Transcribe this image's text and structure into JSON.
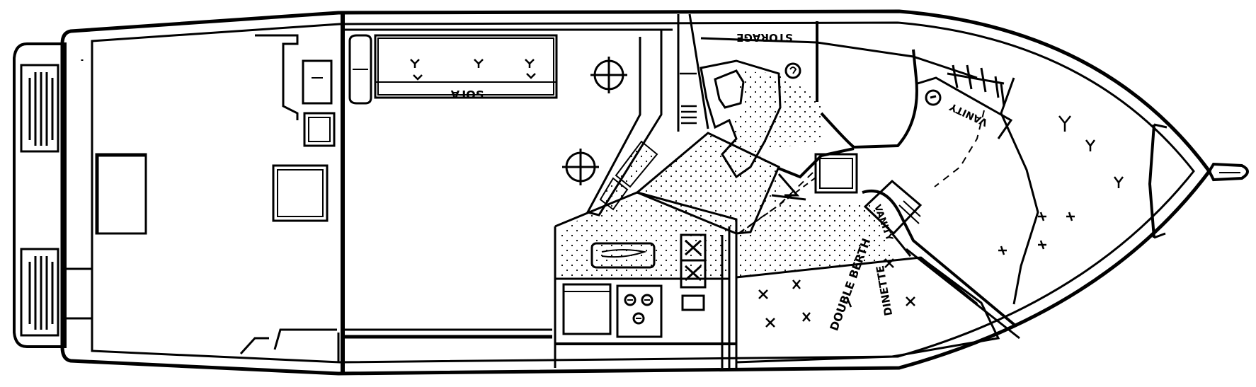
{
  "labels": {
    "sofa": "SOFA",
    "storage": "STORAGE",
    "vanity_fwd": "VANITY",
    "vanity_mid": "VANITY",
    "dinette": "DINETTE",
    "double_berth": "DOUBLE BERTH"
  },
  "colors": {
    "line": "#000000",
    "background": "#ffffff",
    "stipple": "#000000"
  }
}
